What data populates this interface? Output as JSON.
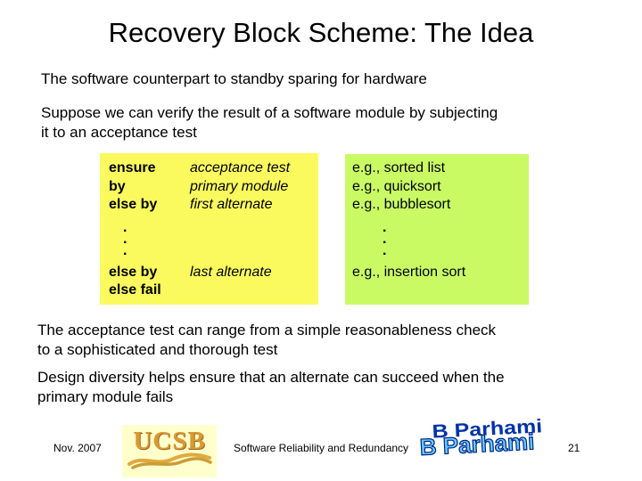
{
  "slide": {
    "title": "Recovery Block Scheme: The Idea",
    "p1": "The software counterpart to standby sparing for hardware",
    "p2": "Suppose we can verify the result of a software module by subjecting\nit to an acceptance test",
    "p3": "The acceptance test can range from a simple reasonableness check\nto a sophisticated and thorough test",
    "p4": "Design diversity helps ensure that an alternate can succeed when the\nprimary module fails"
  },
  "code_box": {
    "bg_color": "#fafa5f",
    "rows_top": [
      {
        "keyword": "ensure",
        "operand": "acceptance test"
      },
      {
        "keyword": "by",
        "operand": "primary module"
      },
      {
        "keyword": "else by",
        "operand": "first alternate"
      }
    ],
    "ellipsis": ".\n.\n.",
    "rows_bottom": [
      {
        "keyword": "else by",
        "operand": "last alternate"
      },
      {
        "keyword": "else fail",
        "operand": ""
      }
    ]
  },
  "example_box": {
    "bg_color": "#c9fa64",
    "items_top": [
      "e.g., sorted list",
      "e.g., quicksort",
      "e.g., bubblesort"
    ],
    "ellipsis": ".\n.\n.",
    "item_bottom": "e.g., insertion sort"
  },
  "footer": {
    "date": "Nov. 2007",
    "ucsb_logo": "UCSB",
    "course_title": "Software Reliability and Redundancy",
    "author_logo": "B Parhami",
    "page_number": "21"
  }
}
